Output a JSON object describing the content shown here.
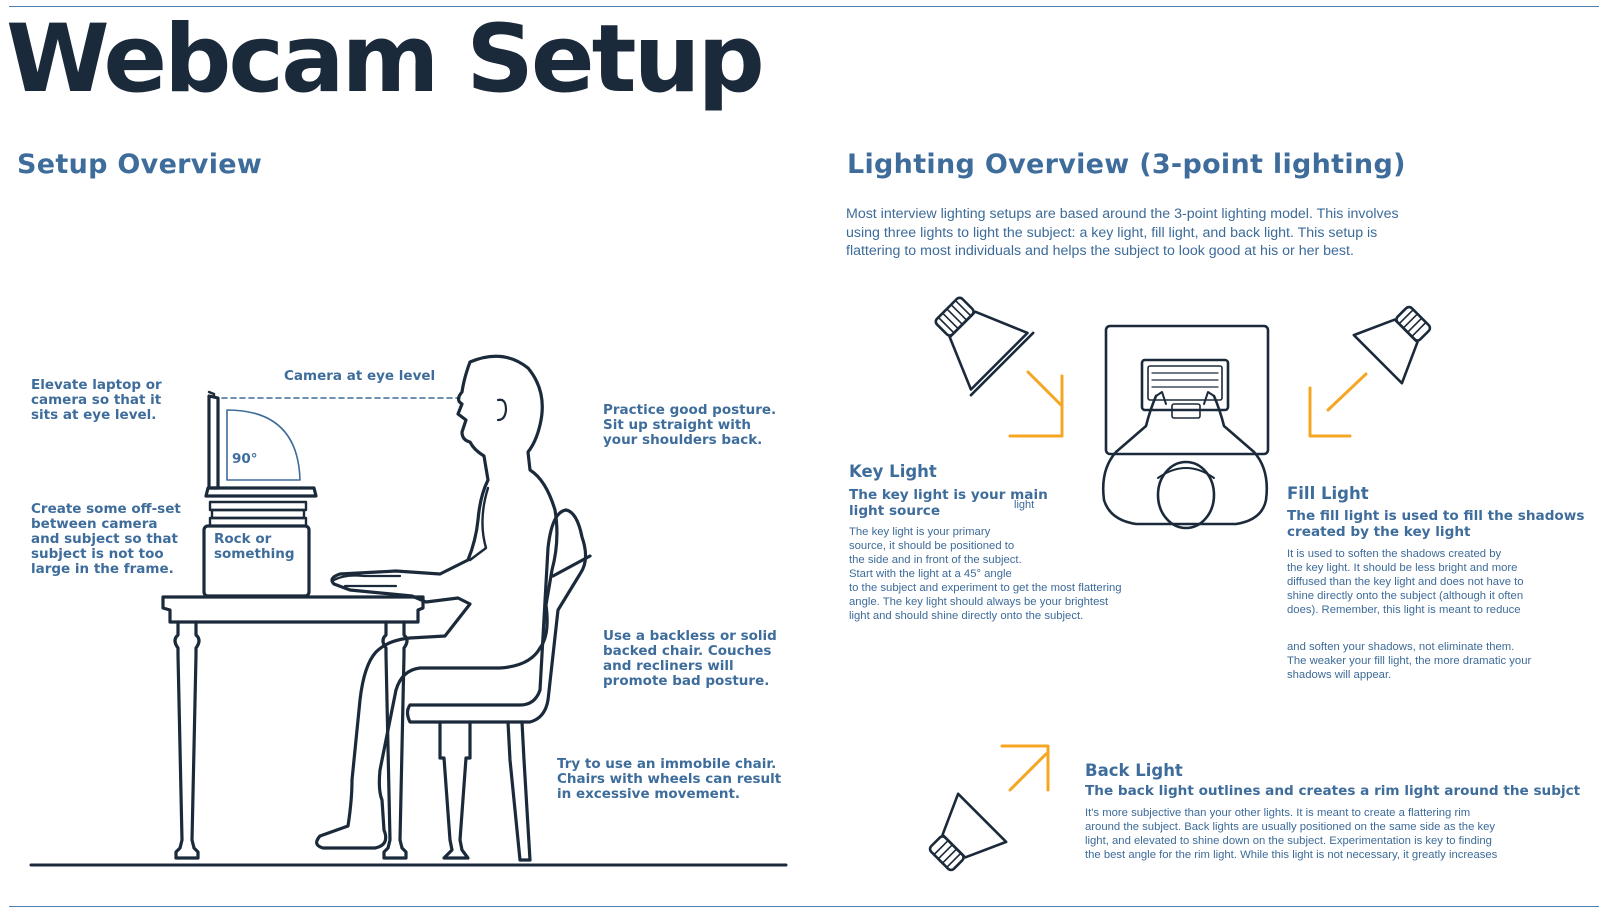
{
  "title": "Webcam Setup",
  "setup": {
    "title": "Setup Overview",
    "labels": {
      "elevate": "Elevate laptop or\ncamera so that it\nsits at eye level.",
      "offset": "Create some off-set\nbetween camera\nand subject so that\nsubject is not too\nlarge in the frame.",
      "eye_level": "Camera at eye level",
      "angle": "90°",
      "rock": "Rock or\nsomething",
      "posture": "Practice good posture.\nSit up straight with\nyour shoulders back.",
      "chair": "Use a backless or solid\nbacked chair. Couches\nand recliners will\npromote bad posture.",
      "immobile": "Try to use an immobile chair.\nChairs with wheels can result\nin excessive movement."
    }
  },
  "lighting": {
    "title": "Lighting Overview (3-point lighting)",
    "intro": "Most interview lighting setups are based around the 3-point lighting model. This involves\nusing three lights to light the subject: a key light, fill light, and back light.  This setup is\nflattering to most individuals and helps the subject to look good at his or her best.",
    "key": {
      "heading": "Key Light",
      "subheading": "The key light is your main\nlight source",
      "stray": "light",
      "body": "The key light is your primary\nsource, it should be positioned to\nthe side and in front of the subject.\nStart with the light at a 45° angle\nto the subject and experiment to get the most flattering\nangle. The key light should always be your brightest\nlight and should shine directly onto the subject."
    },
    "fill": {
      "heading": "Fill Light",
      "subheading": "The fill light is used to fill the shadows\ncreated by the key light",
      "body1": "It is used to soften the shadows created by\nthe key light. It should be less bright and more\ndiffused than the key light and does not have to\nshine directly onto the subject (although it often\ndoes). Remember, this light is meant to reduce",
      "body2": "and soften your shadows, not eliminate them.\nThe weaker your fill light, the more dramatic your\nshadows will appear."
    },
    "back": {
      "heading": "Back Light",
      "subheading": "The back light outlines and creates a rim light around the subjct",
      "body": " It's more subjective than your other lights. It is meant to create a flattering rim\naround the subject. Back lights are usually positioned on the same side as the key\nlight, and elevated to shine down on the subject. Experimentation is key to finding\nthe best angle for the rim light. While this light is not necessary, it greatly increases"
    }
  },
  "colors": {
    "heading": "#1b2a3b",
    "accent": "#3e6d9c",
    "arrow": "#f5a623",
    "line": "#1b2a3b"
  }
}
